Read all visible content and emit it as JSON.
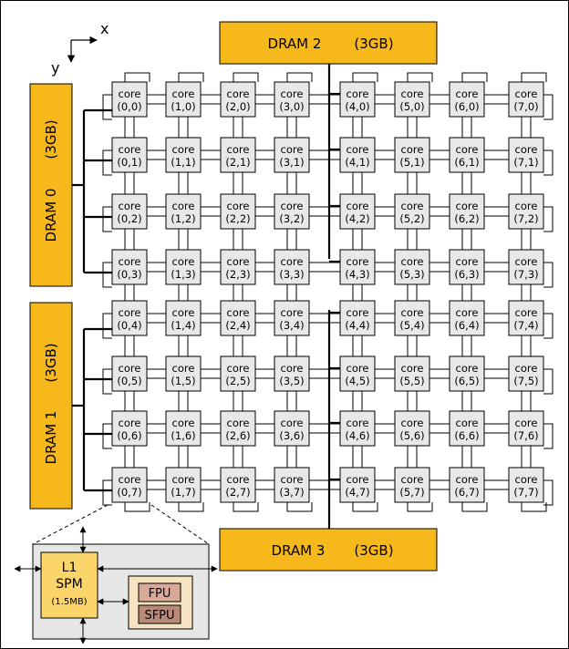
{
  "axes": {
    "x_label": "x",
    "y_label": "y"
  },
  "dram": {
    "dram0": {
      "label": "DRAM 0",
      "size": "(3GB)"
    },
    "dram1": {
      "label": "DRAM 1",
      "size": "(3GB)"
    },
    "dram2": {
      "label": "DRAM 2",
      "size": "(3GB)"
    },
    "dram3": {
      "label": "DRAM 3",
      "size": "(3GB)"
    }
  },
  "core": {
    "label": "core",
    "grid_cols": 8,
    "grid_rows": 8
  },
  "detail": {
    "l1_line1": "L1",
    "l1_line2": "SPM",
    "l1_size": "(1.5MB)",
    "fpu": "FPU",
    "sfpu": "SFPU"
  },
  "colors": {
    "dram_fill": "#f6b81a",
    "core_fill": "#e8e8e8",
    "detail_panel": "#e6e6e6",
    "spm_fill": "#fbd56a",
    "fpu_panel": "#f5e3c2",
    "fpu_box": "#d8a998",
    "sfpu_box": "#b98a7a"
  }
}
